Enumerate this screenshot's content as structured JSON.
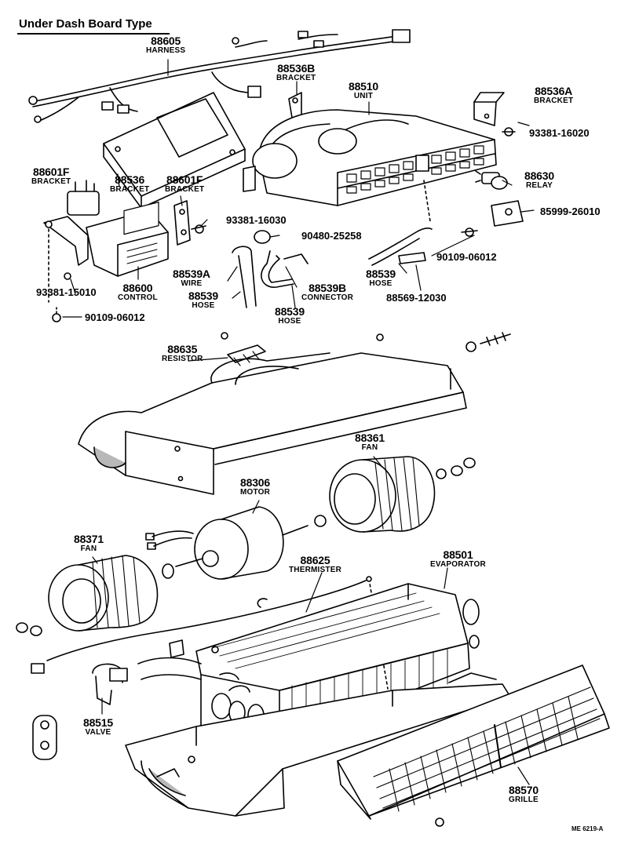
{
  "title": "Under Dash Board Type",
  "figure_code": "ME 6219-A",
  "parts": [
    {
      "id": "88605",
      "pn": "88605",
      "name": "HARNESS"
    },
    {
      "id": "88536b",
      "pn": "88536B",
      "name": "BRACKET"
    },
    {
      "id": "88510",
      "pn": "88510",
      "name": "UNIT"
    },
    {
      "id": "88536a",
      "pn": "88536A",
      "name": "BRACKET"
    },
    {
      "id": "93381-16020",
      "pn": "93381-16020",
      "name": ""
    },
    {
      "id": "88601f-a",
      "pn": "88601F",
      "name": "BRACKET"
    },
    {
      "id": "88536",
      "pn": "88536",
      "name": "BRACKET"
    },
    {
      "id": "88601f-b",
      "pn": "88601F",
      "name": "BRACKET"
    },
    {
      "id": "88630",
      "pn": "88630",
      "name": "RELAY"
    },
    {
      "id": "85999-26010",
      "pn": "85999-26010",
      "name": ""
    },
    {
      "id": "93381-16030",
      "pn": "93381-16030",
      "name": ""
    },
    {
      "id": "90480-25258",
      "pn": "90480-25258",
      "name": ""
    },
    {
      "id": "90109-06012-a",
      "pn": "90109-06012",
      "name": ""
    },
    {
      "id": "88539a",
      "pn": "88539A",
      "name": "WIRE"
    },
    {
      "id": "88539b",
      "pn": "88539B",
      "name": "CONNECTOR"
    },
    {
      "id": "88539-a",
      "pn": "88539",
      "name": "HOSE"
    },
    {
      "id": "88539-b",
      "pn": "88539",
      "name": "HOSE"
    },
    {
      "id": "88539-c",
      "pn": "88539",
      "name": "HOSE"
    },
    {
      "id": "88600",
      "pn": "88600",
      "name": "CONTROL"
    },
    {
      "id": "93381-15010",
      "pn": "93381-15010",
      "name": ""
    },
    {
      "id": "88569-12030",
      "pn": "88569-12030",
      "name": ""
    },
    {
      "id": "90109-06012-b",
      "pn": "90109-06012",
      "name": ""
    },
    {
      "id": "88635",
      "pn": "88635",
      "name": "RESISTOR"
    },
    {
      "id": "88361",
      "pn": "88361",
      "name": "FAN"
    },
    {
      "id": "88306",
      "pn": "88306",
      "name": "MOTOR"
    },
    {
      "id": "88371",
      "pn": "88371",
      "name": "FAN"
    },
    {
      "id": "88625",
      "pn": "88625",
      "name": "THERMISTER"
    },
    {
      "id": "88501",
      "pn": "88501",
      "name": "EVAPORATOR"
    },
    {
      "id": "88515",
      "pn": "88515",
      "name": "VALVE"
    },
    {
      "id": "88570",
      "pn": "88570",
      "name": "GRILLE"
    }
  ],
  "colors": {
    "ink": "#000000",
    "paper": "#ffffff",
    "shade": "#b8b8b8"
  }
}
